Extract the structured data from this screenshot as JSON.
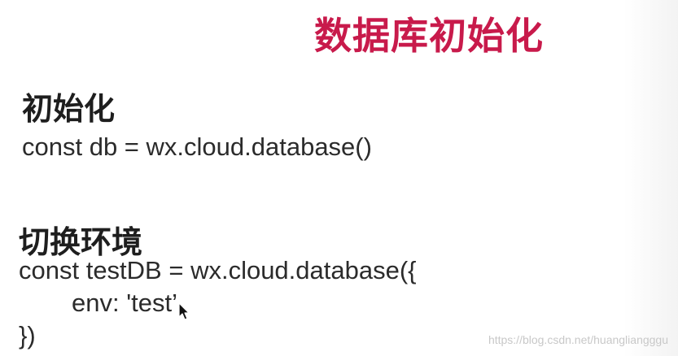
{
  "slide": {
    "title": "数据库初始化",
    "sections": [
      {
        "heading": "初始化",
        "code": [
          "const db = wx.cloud.database()"
        ]
      },
      {
        "heading": "切换环境",
        "code": [
          "const testDB = wx.cloud.database({",
          "env: 'test’",
          "})"
        ]
      }
    ]
  },
  "watermark": "https://blog.csdn.net/huangliangggu",
  "colors": {
    "title": "#c81a4b",
    "text": "#222222",
    "watermark": "#c8c8c8"
  },
  "icons": {
    "cursor": "mouse-pointer-icon"
  }
}
